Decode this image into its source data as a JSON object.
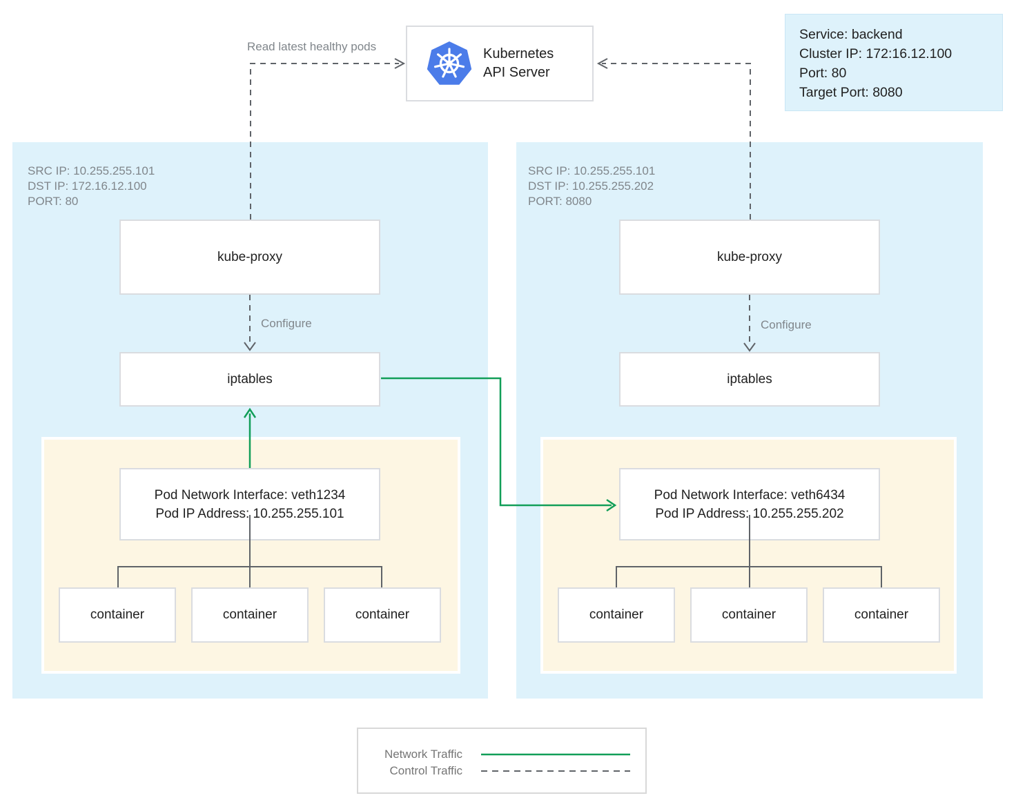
{
  "api_server": {
    "line1": "Kubernetes",
    "line2": "API Server"
  },
  "service_info": {
    "line1": "Service: backend",
    "line2": "Cluster IP: 172:16.12.100",
    "line3": "Port: 80",
    "line4": "Target Port: 8080"
  },
  "labels": {
    "read_latest": "Read latest healthy pods",
    "configure": "Configure"
  },
  "nodes": [
    {
      "annotations": {
        "src": "SRC IP: 10.255.255.101",
        "dst": "DST IP: 172.16.12.100",
        "port": "PORT: 80"
      },
      "kube_proxy": "kube-proxy",
      "iptables": "iptables",
      "pod": {
        "interface": "Pod Network Interface: veth1234",
        "ip": "Pod IP Address: 10.255.255.101"
      },
      "containers": [
        "container",
        "container",
        "container"
      ]
    },
    {
      "annotations": {
        "src": "SRC IP: 10.255.255.101",
        "dst": "DST IP: 10.255.255.202",
        "port": "PORT: 8080"
      },
      "kube_proxy": "kube-proxy",
      "iptables": "iptables",
      "pod": {
        "interface": "Pod Network Interface: veth6434",
        "ip": "Pod IP Address: 10.255.255.202"
      },
      "containers": [
        "container",
        "container",
        "container"
      ]
    }
  ],
  "legend": {
    "network": "Network Traffic",
    "control": "Control Traffic"
  },
  "colors": {
    "node_bg": "#def2fb",
    "pod_bg": "#fdf6e3",
    "network_green": "#119e58",
    "control_gray": "#5f6368",
    "kubernetes_blue": "#4b7ce9",
    "box_border": "#dadce0",
    "text_dark": "#212121",
    "text_gray": "#80868b"
  }
}
